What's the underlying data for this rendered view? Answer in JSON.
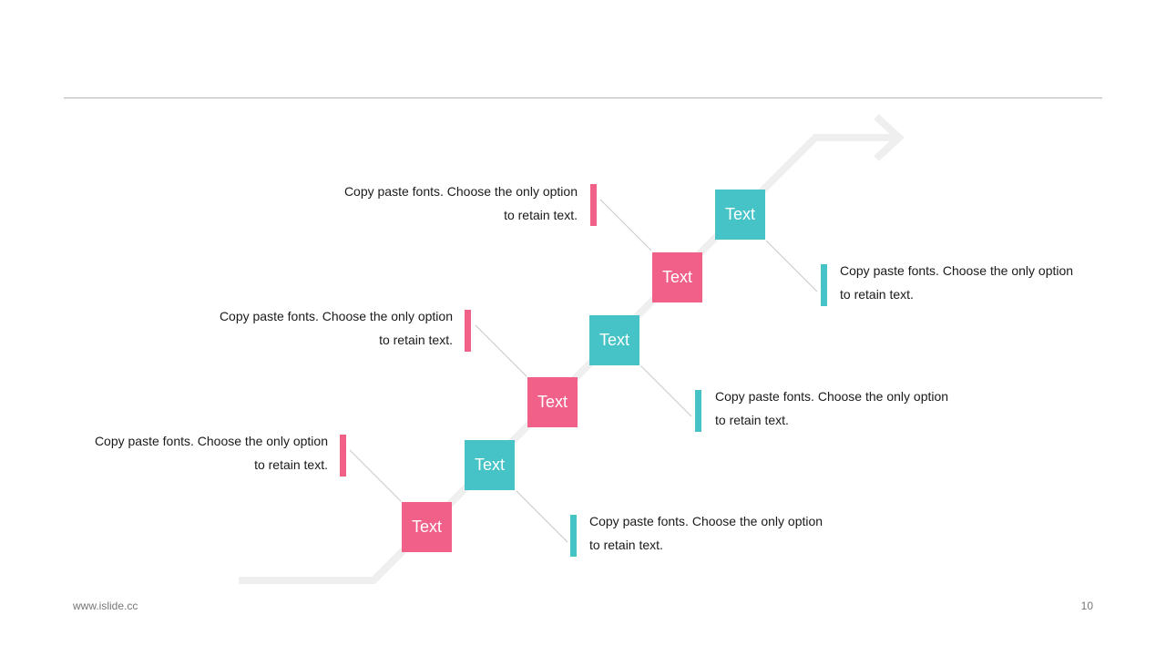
{
  "steps": [
    {
      "label": "Text",
      "color": "#f06089",
      "description": "Copy paste fonts. Choose the only option to retain text."
    },
    {
      "label": "Text",
      "color": "#45c3c6",
      "description": "Copy paste fonts. Choose the only option to retain text."
    },
    {
      "label": "Text",
      "color": "#f06089",
      "description": "Copy paste fonts. Choose the only option to retain text."
    },
    {
      "label": "Text",
      "color": "#45c3c6",
      "description": "Copy paste fonts. Choose the only option to retain text."
    },
    {
      "label": "Text",
      "color": "#f06089",
      "description": "Copy paste fonts. Choose the only option to retain text."
    },
    {
      "label": "Text",
      "color": "#45c3c6",
      "description": "Copy paste fonts. Choose the only option to retain text."
    }
  ],
  "footer": {
    "url": "www.islide.cc",
    "page_number": "10"
  },
  "colors": {
    "accent_pink": "#f06089",
    "accent_teal": "#45c3c6",
    "arrow_path": "#efefef",
    "connector": "#c8c8c8"
  },
  "icons": {
    "arrow": "arrow-right-icon"
  }
}
